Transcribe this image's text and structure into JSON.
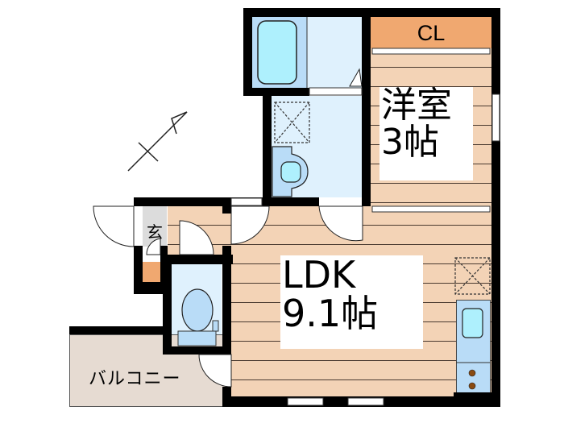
{
  "floor_plan": {
    "rooms": {
      "western_room": {
        "name": "洋室",
        "size": "3帖"
      },
      "ldk": {
        "name": "LDK",
        "size": "9.1帖"
      },
      "closet": {
        "label": "CL"
      },
      "entrance": {
        "label": "玄"
      },
      "balcony": {
        "label": "バルコニー"
      }
    },
    "compass": {
      "direction": "north-east-arrow"
    },
    "colors": {
      "wall": "#000000",
      "floor": "#f3d3b6",
      "floor_lines": "#4a3a30",
      "wet_area": "#dff1fd",
      "fixture": "#b9dcf7",
      "fixture_water": "#aef0fd",
      "closet": "#f0a870",
      "balcony": "#e6dbd2",
      "entrance_floor": "#dcdcdc",
      "stove_burner": "#8a4a10"
    }
  }
}
